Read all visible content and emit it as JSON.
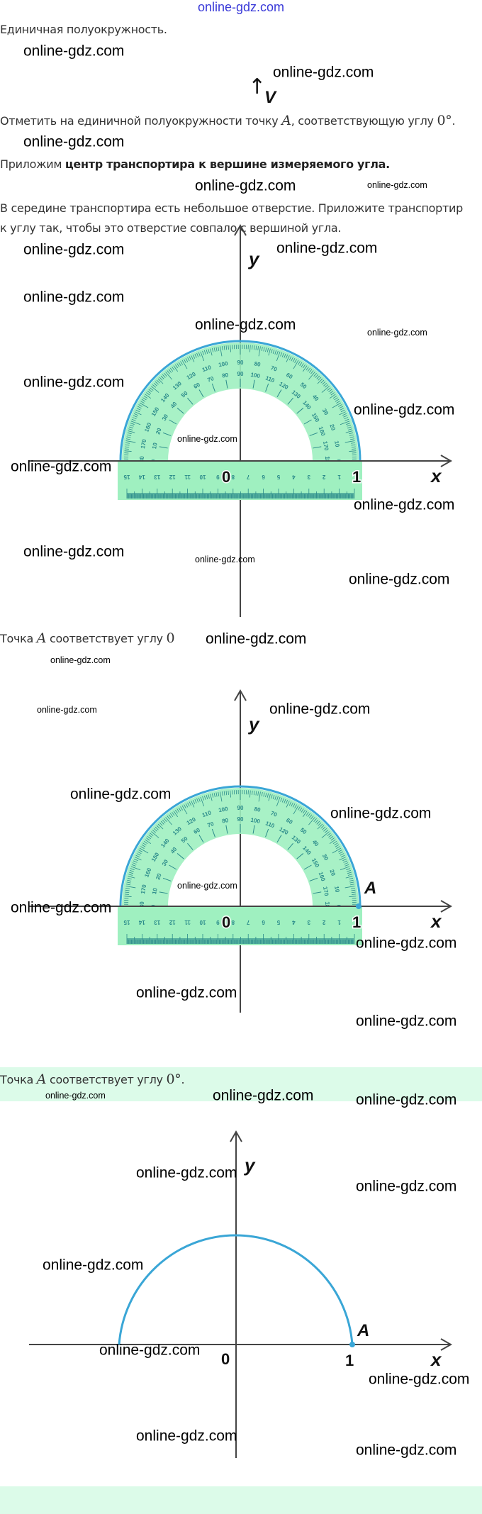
{
  "header_watermark": "online-gdz.com",
  "watermark": "online-gdz.com",
  "intro": "Единичная полуокружность.",
  "axis_hint_label": "V",
  "task": {
    "before": "Отметить на единичной полуокружности точку ",
    "point": "A",
    "middle": ", соответствующую углу ",
    "angle": "0°",
    "end": "."
  },
  "step1": {
    "normal": "Приложим ",
    "bold": "центр транспортира к вершине измеряемого угла."
  },
  "step2": {
    "line1": "В середине транспортира есть небольшое отверстие. Приложите транспортир",
    "line2": "к углу так, чтобы это отверстие совпало с вершиной угла."
  },
  "result1": {
    "before": "Точка ",
    "point": "A",
    "middle": " соответствует углу ",
    "angle": "0",
    "end": ""
  },
  "result2": {
    "before": "Точка ",
    "point": "A",
    "middle": " соответствует углу ",
    "angle": "0°",
    "end": "."
  },
  "axes": {
    "x": "x",
    "y": "y",
    "origin": "0",
    "one": "1",
    "point": "A"
  },
  "colors": {
    "arc": "#3aa6d6",
    "protractor": "#9ff0c0",
    "scale": "#2a8a8a",
    "band": "#dcfbe9",
    "axis": "#444444"
  }
}
